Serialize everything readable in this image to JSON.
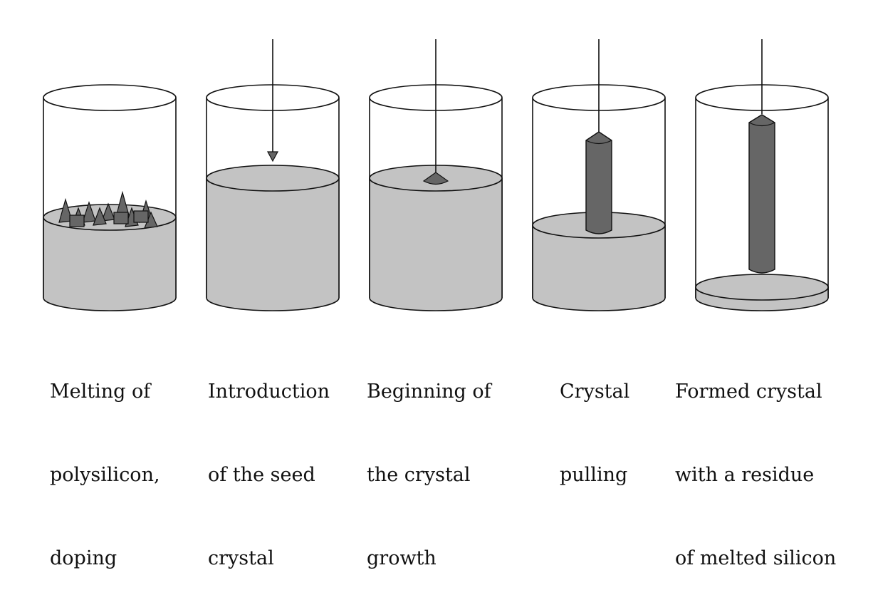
{
  "title": "Czochralski crystal growth process stages",
  "colors": {
    "melt": "#c3c3c3",
    "crystal": "#666666",
    "outline": "#111111"
  },
  "stages": [
    {
      "lines": [
        "Melting of",
        "polysilicon,",
        "doping"
      ]
    },
    {
      "lines": [
        "Introduction",
        "of the seed",
        "crystal"
      ]
    },
    {
      "lines": [
        "Beginning of",
        "the crystal",
        "growth"
      ]
    },
    {
      "lines": [
        "Crystal",
        "pulling"
      ]
    },
    {
      "lines": [
        "Formed crystal",
        "with a residue",
        "of melted silicon"
      ]
    }
  ]
}
